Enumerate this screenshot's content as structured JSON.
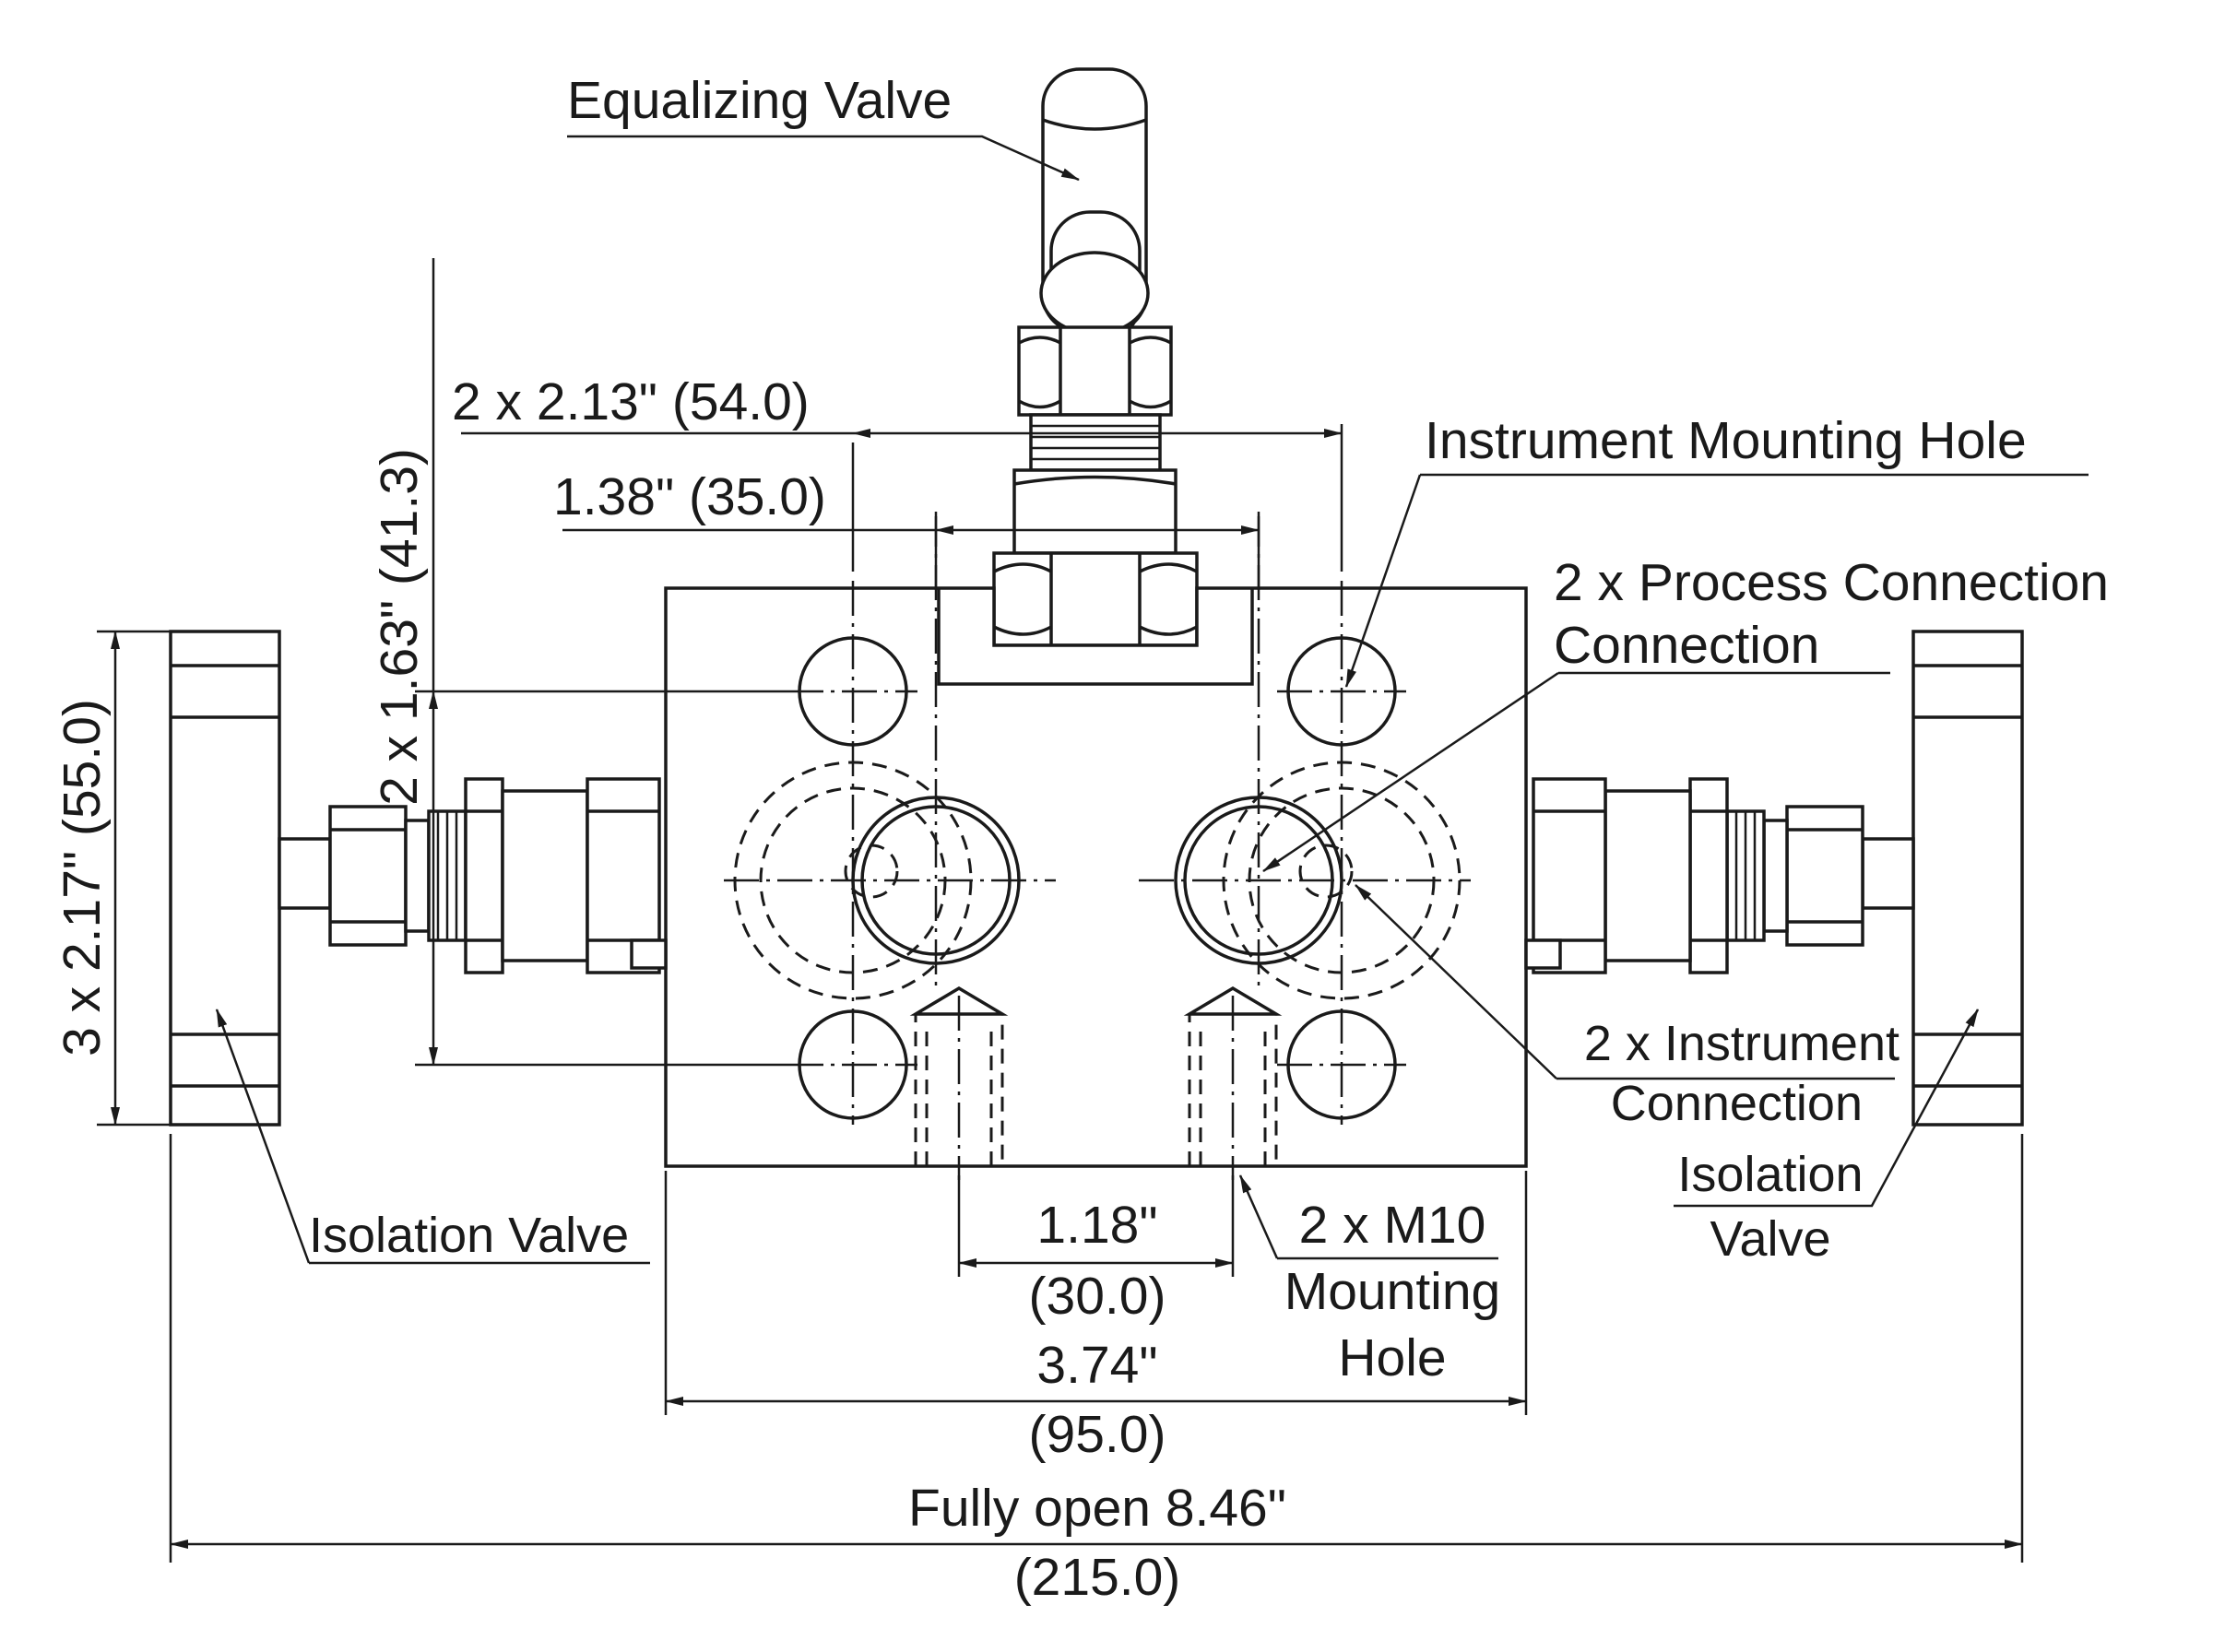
{
  "labels": {
    "equalizing_valve": "Equalizing Valve",
    "instrument_mounting_hole": "Instrument Mounting Hole",
    "process_connection_1": "2 x Process Connection",
    "process_connection_2": "Connection",
    "instrument_connection_1": "2 x Instrument",
    "instrument_connection_2": "Connection",
    "isolation_valve_left": "Isolation Valve",
    "isolation_valve_right_1": "Isolation",
    "isolation_valve_right_2": "Valve",
    "mounting_hole_1": "2 x M10",
    "mounting_hole_2": "Mounting",
    "mounting_hole_3": "Hole"
  },
  "dimensions": {
    "hole_spacing": "2 x 2.13\"  (54.0)",
    "port_spacing": "1.38\"  (35.0)",
    "vertical_pitch": "2 x 1.63\"  (41.3)",
    "left_height": "3 x 2.17\"  (55.0)",
    "m10_spacing_in": "1.18\"",
    "m10_spacing_mm": "(30.0)",
    "body_width_in": "3.74\"",
    "body_width_mm": "(95.0)",
    "overall_in": "Fully open 8.46\"",
    "overall_mm": "(215.0)"
  }
}
